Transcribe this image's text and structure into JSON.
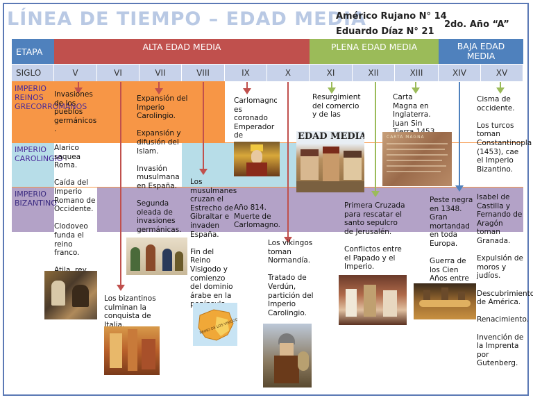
{
  "title": "LÍNEA DE TIEMPO – EDAD MEDIA",
  "authors": [
    "Américo Rujano N° 14",
    "Eduardo Díaz N° 21"
  ],
  "course": "2do. Año “A”",
  "header": {
    "etapa": "ETAPA",
    "alta": "ALTA EDAD MEDIA",
    "plena": "PLENA EDAD MEDIA",
    "baja": "BAJA EDAD MEDIA",
    "siglo": "SIGLO",
    "centuries": [
      "V",
      "VI",
      "VII",
      "VIII",
      "IX",
      "X",
      "XI",
      "XII",
      "XIII",
      "XIV",
      "XV"
    ]
  },
  "rows": {
    "romano": "IMPERIO REINOS GRECORROMANOS",
    "carolingio": "IMPERIO CAROLINGIO",
    "bizantino": "IMPERIO BIZANTINO"
  },
  "events": {
    "v_top": "Invasiones de los pueblos germánicos .",
    "v_mid": "Alarico saquea Roma.\n\nCaída del Imperio Romano de Occidente.\n\nClodoveo funda el reino franco.\n\nAtila, rey de los hunos",
    "vi": "Los bizantinos culminan la conquista de Italia.",
    "vii": "Expansión del Imperio Carolingio.\n\nExpansión y difusión del Islam.\n\nInvasión musulmana en España.\n\nSegunda oleada de invasiones germánicas.",
    "viii": "Los musulmanes cruzan el Estrecho de Gibraltar e invaden España.\n\nFin del Reino Visigodo y comienzo del dominio árabe en la península.",
    "ix_top": "Carlomagno es coronado Emperador de",
    "ix_mid": "Año 814. Muerte de Carlomagno.",
    "x": "Los vikingos toman Normandía.\n\nTratado de Verdún, partición del Imperio Carolingio.",
    "xi": "Resurgimiento del comercio y de las",
    "xii": "Primera Cruzada para rescatar el santo sepulcro de Jerusalén.\n\nConflictos entre el Papado y el Imperio.",
    "xiii": "Carta Magna en Inglaterra. Juan Sin Tierra 1453",
    "xiv": "Peste negra en 1348. Gran mortandad en toda Europa.\n\nGuerra de los Cien Años entre",
    "xv_top": "Cisma de occidente.\n\nLos turcos toman Constantinopla (1453), cae el Imperio Bizantino.",
    "xv_low": "Isabel de Castilla y Fernando de Aragón toman Granada.\n\nExpulsión de moros y judíos.\n\nDescubrimiento de América.\n\nRenacimiento.\n\nInvención de la Imprenta por Gutenberg."
  },
  "images": {
    "edad_media": "EDAD MEDIA",
    "carta_magna": "CARTA MAGNA",
    "map": "REINO DE LOS VISIGODOS"
  },
  "colors": {
    "alta": "#c0504d",
    "plena": "#9bbb59",
    "baja": "#4f81bd",
    "etapa": "#4f81bd",
    "orange": "#f79646",
    "cyan": "#b7dde8",
    "purple": "#b3a2c7",
    "siglo": "#c7d2ea"
  }
}
